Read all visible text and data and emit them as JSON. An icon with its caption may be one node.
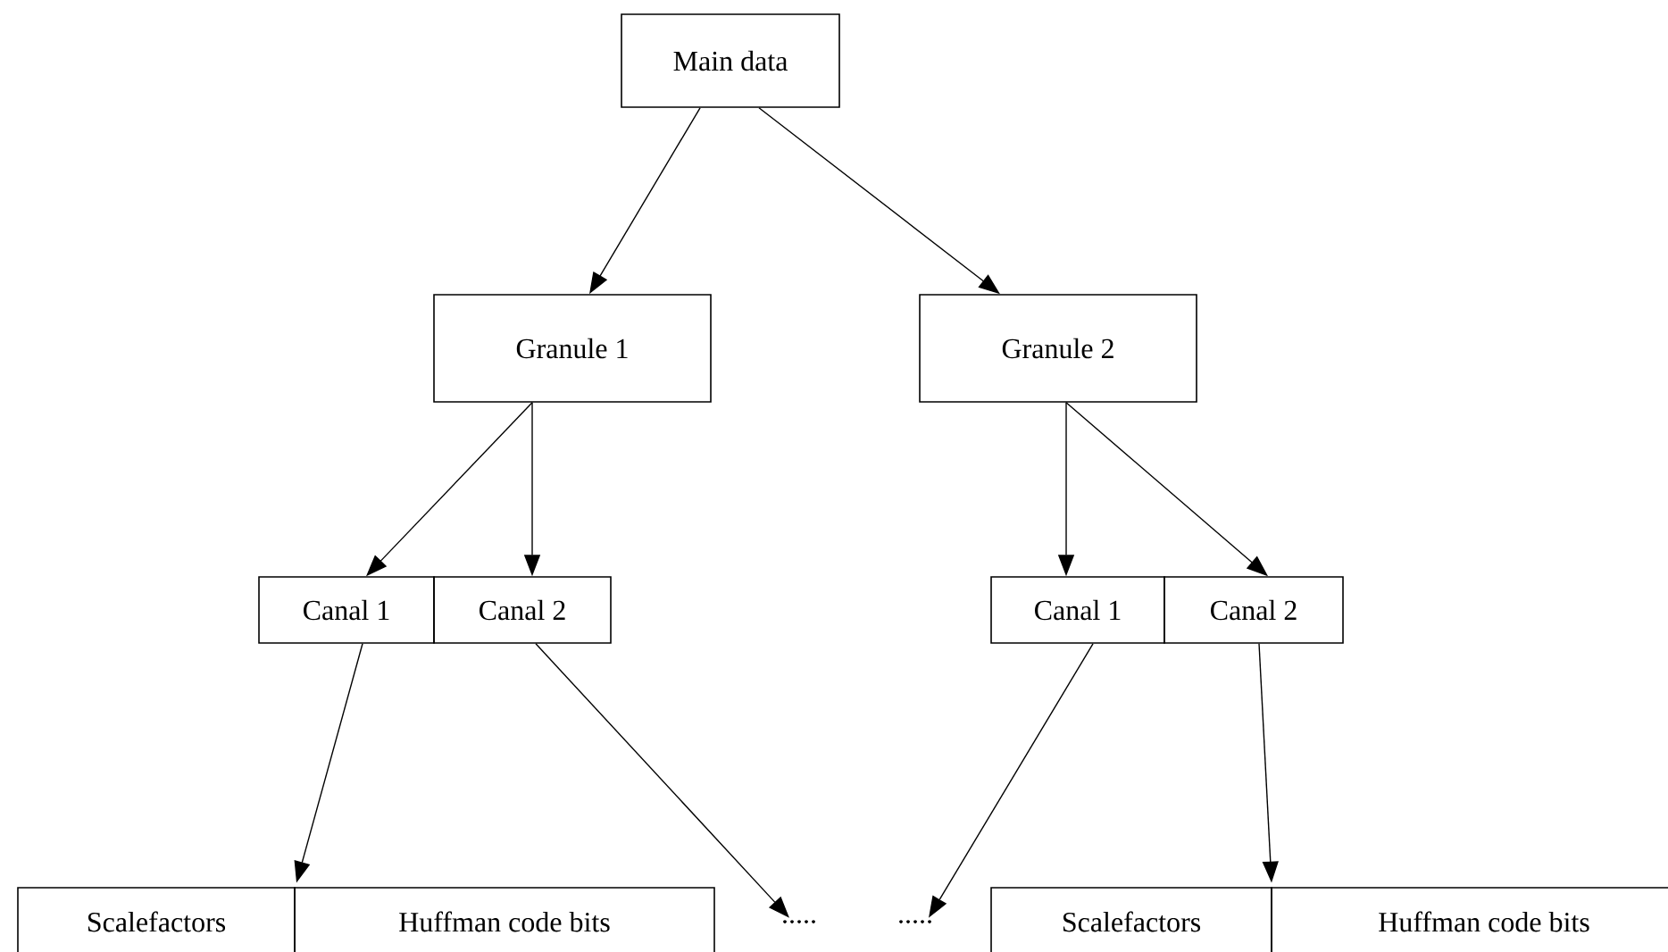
{
  "diagram": {
    "nodes": [
      {
        "text": [
          "Main data"
        ]
      },
      {
        "text": [
          "Granule 1"
        ]
      },
      {
        "text": [
          "Granule 2"
        ]
      },
      {
        "text": [
          "Canal 1"
        ]
      },
      {
        "text": [
          "Canal 2"
        ]
      },
      {
        "text": [
          "Canal 1"
        ]
      },
      {
        "text": [
          "Canal 2"
        ]
      },
      {
        "text": [
          "Scalefactors"
        ]
      },
      {
        "text": [
          "Huffman code bits"
        ]
      },
      {
        "text": [
          "....."
        ]
      },
      {
        "text": [
          "....."
        ]
      },
      {
        "text": [
          "Scalefactors"
        ]
      },
      {
        "text": [
          "Huffman code bits"
        ]
      }
    ],
    "edges": [
      {
        "from": 0,
        "to": 1,
        "arrow": "to"
      },
      {
        "from": 0,
        "to": 2,
        "arrow": "to"
      },
      {
        "from": 1,
        "to": 3,
        "arrow": "to"
      },
      {
        "from": 1,
        "to": 4,
        "arrow": "to"
      },
      {
        "from": 2,
        "to": 5,
        "arrow": "to"
      },
      {
        "from": 2,
        "to": 6,
        "arrow": "to"
      },
      {
        "from": 3,
        "to": 7,
        "arrow": "to"
      },
      {
        "from": 4,
        "to": 9,
        "arrow": "to"
      },
      {
        "from": 5,
        "to": 10,
        "arrow": "to"
      },
      {
        "from": 6,
        "to": 12,
        "arrow": "to"
      }
    ]
  }
}
